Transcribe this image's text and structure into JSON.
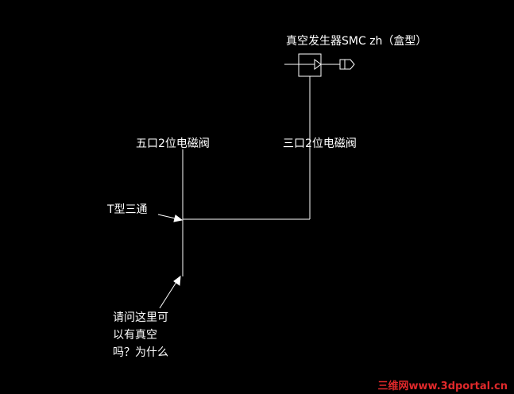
{
  "labels": {
    "vacuum_generator": "真空发生器SMC zh（盒型）",
    "five_port_valve": "五口2位电磁阀",
    "three_port_valve": "三口2位电磁阀",
    "tee": "T型三通",
    "question_line1": "请问这里可",
    "question_line2": "以有真空",
    "question_line3": "吗？为什么"
  },
  "watermark": "三维网www.3dportal.cn",
  "colors": {
    "background": "#000000",
    "lines": "#ffffff",
    "text": "#ffffff",
    "watermark": "#e0292b"
  }
}
